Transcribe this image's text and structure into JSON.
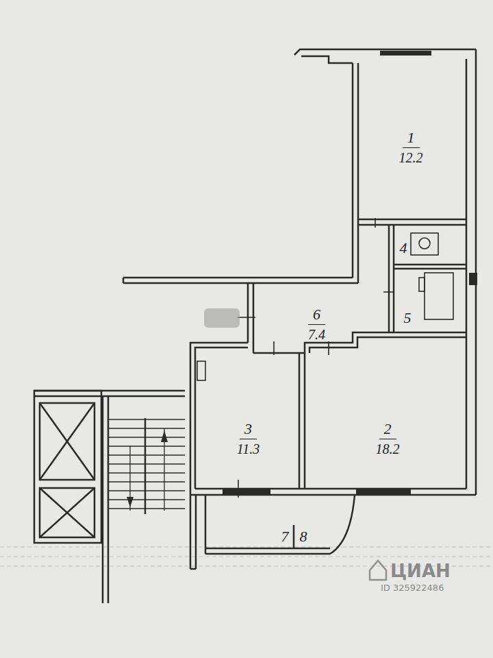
{
  "diagram": {
    "nodes": [
      {
        "text": [
          "1",
          "12.2"
        ]
      },
      {
        "text": [
          "4"
        ]
      },
      {
        "text": [
          "5"
        ]
      },
      {
        "text": [
          "6",
          "7.4"
        ]
      },
      {
        "text": [
          "3",
          "11.3"
        ]
      },
      {
        "text": [
          "2",
          "18.2"
        ]
      },
      {
        "text": [
          "7"
        ]
      },
      {
        "text": [
          "8"
        ]
      }
    ],
    "labels": [
      "ЦИАН",
      "ID 325922486"
    ]
  }
}
